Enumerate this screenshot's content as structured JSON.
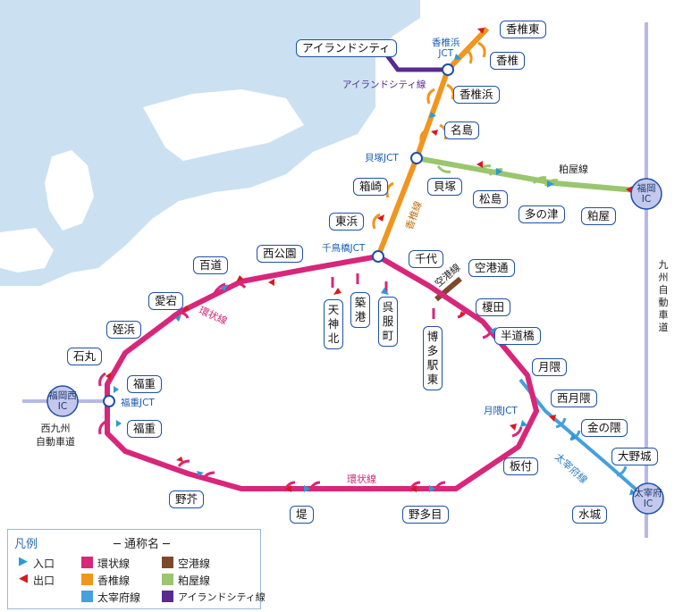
{
  "colors": {
    "loop": "#d8267a",
    "kashii": "#f0961e",
    "dazaifu": "#45a0dd",
    "airport": "#7a4a2a",
    "kasuya": "#99c66e",
    "island": "#5b2a90",
    "sea": "#cbe1f2",
    "entry": "#2a9ad8",
    "exit": "#d8191e",
    "expressway": "#b8b8e6"
  },
  "interchanges": {
    "kashii_higashi": "香椎東",
    "kashii": "香椎",
    "kashiihama": "香椎浜",
    "najima": "名島",
    "kaizuka": "貝塚",
    "hakozaki": "箱崎",
    "higashihama": "東浜",
    "matsushima": "松島",
    "tanotsu": "多の津",
    "kasuya": "粕屋",
    "island_city": "アイランドシティ",
    "chiyo": "千代",
    "kukoudori": "空港通",
    "enokida": "榎田",
    "handobashi": "半道橋",
    "tsukiguma": "月隈",
    "tsukiguma_nishi": "西月隈",
    "kanenokuma": "金の隈",
    "onojo": "大野城",
    "mizuki": "水城",
    "itazuke": "板付",
    "hakata_eki_higashi": "博多駅東",
    "gofukumachi": "呉服町",
    "chikko": "築港",
    "tenjin_kita": "天神北",
    "nishikoen": "西公園",
    "momochi": "百道",
    "atago": "愛宕",
    "meinohama": "姪浜",
    "ishimaru": "石丸",
    "fukushige_n": "福重",
    "fukushige_s": "福重",
    "noke": "野芥",
    "tsutsumi": "堤",
    "notame": "野多目"
  },
  "jct": {
    "kashiihama": "香椎浜\nJCT",
    "kaizuka": "貝塚JCT",
    "chidoribashi": "千鳥橋JCT",
    "fukushige": "福重JCT",
    "tsukiguma": "月隈JCT"
  },
  "ic_nodes": {
    "fukuoka": "福岡\nIC",
    "fukuoka_nishi": "福岡西\nIC",
    "dazaifu": "太宰府\nIC"
  },
  "line_labels": {
    "loop_west": "環状線",
    "loop_south": "環状線",
    "kashii": "香椎線",
    "kasuya": "粕屋線",
    "airport": "空港線",
    "dazaifu": "太宰府線",
    "island": "アイランドシティ線"
  },
  "expressways": {
    "kyushu": "九州自動車道",
    "nishikyushu": "西九州\n自動車道"
  },
  "legend": {
    "title": "凡例",
    "subtitle": "─ 通称名 ─",
    "entry": "入口",
    "exit": "出口",
    "items": [
      {
        "label": "環状線",
        "color": "#d8267a"
      },
      {
        "label": "空港線",
        "color": "#7a4a2a"
      },
      {
        "label": "香椎線",
        "color": "#f0961e"
      },
      {
        "label": "粕屋線",
        "color": "#99c66e"
      },
      {
        "label": "太宰府線",
        "color": "#45a0dd"
      },
      {
        "label": "アイランドシティ線",
        "color": "#5b2a90"
      }
    ]
  }
}
